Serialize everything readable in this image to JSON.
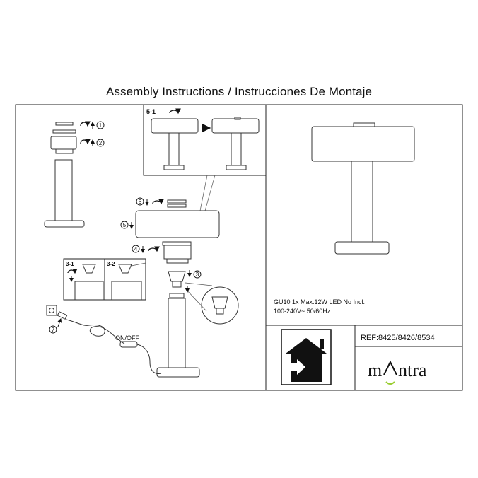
{
  "title": "Assembly Instructions / Instrucciones De Montaje",
  "steps": {
    "s1": "1",
    "s2": "2",
    "s3": "3",
    "s4": "4",
    "s5": "5",
    "s6": "6",
    "s7": "7",
    "s5_1": "5-1",
    "s3_1": "3-1",
    "s3_2": "3-2"
  },
  "switch_label": "ON/OFF",
  "spec": {
    "line1": "GU10 1x Max.12W LED No Incl.",
    "line2": "100-240V~ 50/60Hz"
  },
  "ref": "REF:8425/8426/8534",
  "brand": "mantra",
  "icons": [
    "indoor-use-house-icon",
    "rotate-arrow-icon",
    "down-arrow-icon",
    "up-arrow-icon",
    "plug-socket-icon",
    "right-arrow-icon"
  ]
}
